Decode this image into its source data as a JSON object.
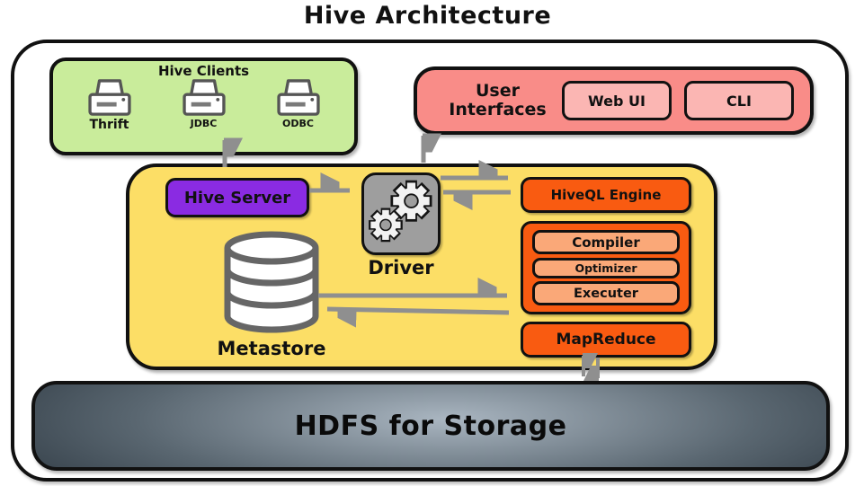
{
  "title": "Hive Architecture",
  "hive_clients": {
    "label": "Hive Clients",
    "clients": [
      {
        "label": "Thrift",
        "icon": "printer-icon"
      },
      {
        "label": "JDBC",
        "icon": "printer-icon"
      },
      {
        "label": "ODBC",
        "icon": "printer-icon"
      }
    ]
  },
  "user_interfaces": {
    "label": "User Interfaces",
    "buttons": [
      {
        "label": "Web UI"
      },
      {
        "label": "CLI"
      }
    ]
  },
  "hive_core": {
    "hive_server": "Hive Server",
    "driver": "Driver",
    "driver_icon": "gears-icon",
    "hiveql_engine": "HiveQL Engine",
    "pipeline": [
      "Compiler",
      "Optimizer",
      "Executer"
    ],
    "mapreduce": "MapReduce",
    "metastore": "Metastore",
    "metastore_icon": "database-icon"
  },
  "storage": {
    "label": "HDFS for Storage"
  },
  "colors": {
    "clients_bg": "#c9ec9b",
    "ui_bg": "#f98c88",
    "ui_button_bg": "#fbb6b3",
    "core_bg": "#fcde66",
    "server_bg": "#8a2be2",
    "engine_bg": "#f95b11",
    "pipeline_bg": "#faa878",
    "driver_bg": "#9e9e9e",
    "arrow": "#8f8f8f",
    "hdfs_dark": "#212b34",
    "hdfs_light": "#aab6c1"
  }
}
